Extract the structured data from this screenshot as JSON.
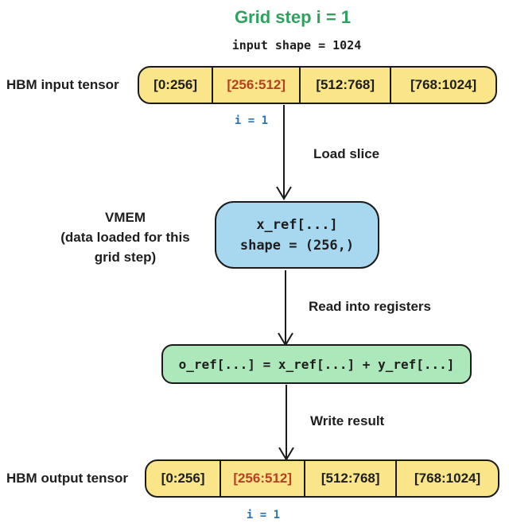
{
  "title": "Grid step i = 1",
  "subtitle": "input shape = 1024",
  "colors": {
    "title_green": "#2fa15f",
    "tensor_yellow": "#fae588",
    "vmem_blue": "#a8d8f0",
    "compute_green": "#ace8ba",
    "highlight_red": "#b34122",
    "index_blue": "#2e73b0",
    "stroke": "#1b1b1b"
  },
  "hbm_input": {
    "label": "HBM input tensor",
    "cells": [
      "[0:256]",
      "[256:512]",
      "[512:768]",
      "[768:1024]"
    ],
    "highlight_index": 1,
    "index_label": "i = 1"
  },
  "arrows": {
    "load": "Load slice",
    "read": "Read into registers",
    "write": "Write result"
  },
  "vmem": {
    "label_lines": [
      "VMEM",
      "(data loaded for this",
      "grid step)"
    ],
    "line1": "x_ref[...]",
    "line2": "shape = (256,)"
  },
  "compute": {
    "code": "o_ref[...] = x_ref[...] + y_ref[...]"
  },
  "hbm_output": {
    "label": "HBM output tensor",
    "cells": [
      "[0:256]",
      "[256:512]",
      "[512:768]",
      "[768:1024]"
    ],
    "highlight_index": 1,
    "index_label": "i = 1"
  }
}
